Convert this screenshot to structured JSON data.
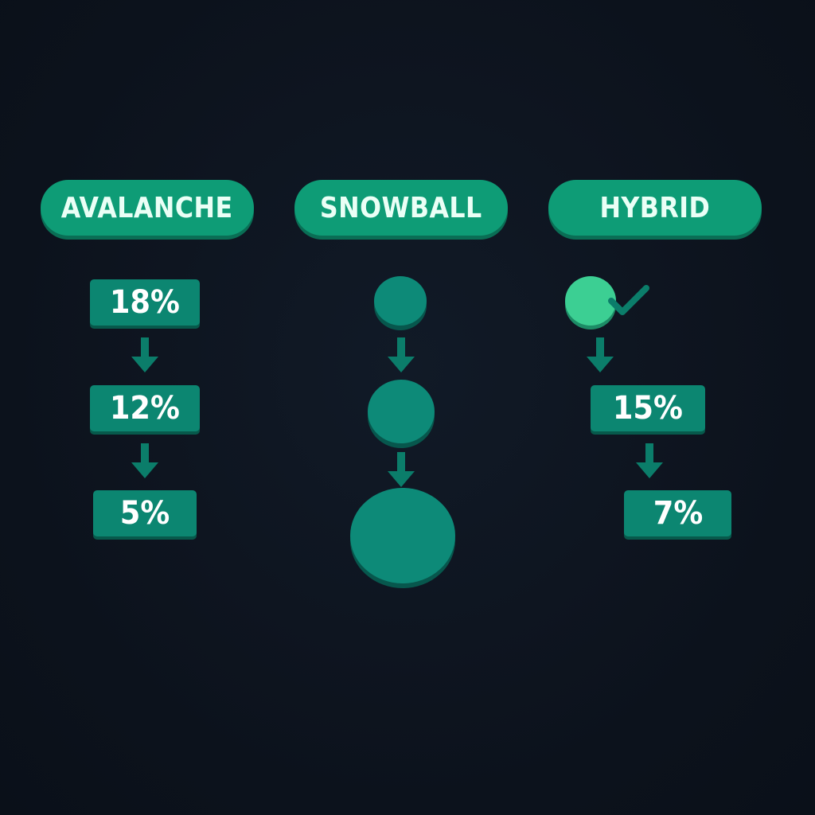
{
  "colors": {
    "background": "#0d1420",
    "pill": "#0e9c76",
    "badge": "#0c8671",
    "arrow": "#0b7d6a",
    "circle": "#0d8a78",
    "highlight_circle": "#3ccf93"
  },
  "columns": {
    "avalanche": {
      "title": "AVALANCHE",
      "steps": [
        "18%",
        "12%",
        "5%"
      ]
    },
    "snowball": {
      "title": "SNOWBALL",
      "steps": [
        "small-circle",
        "medium-circle",
        "large-circle"
      ]
    },
    "hybrid": {
      "title": "HYBRID",
      "start_icon": "check-icon",
      "steps": [
        "15%",
        "7%"
      ]
    }
  }
}
